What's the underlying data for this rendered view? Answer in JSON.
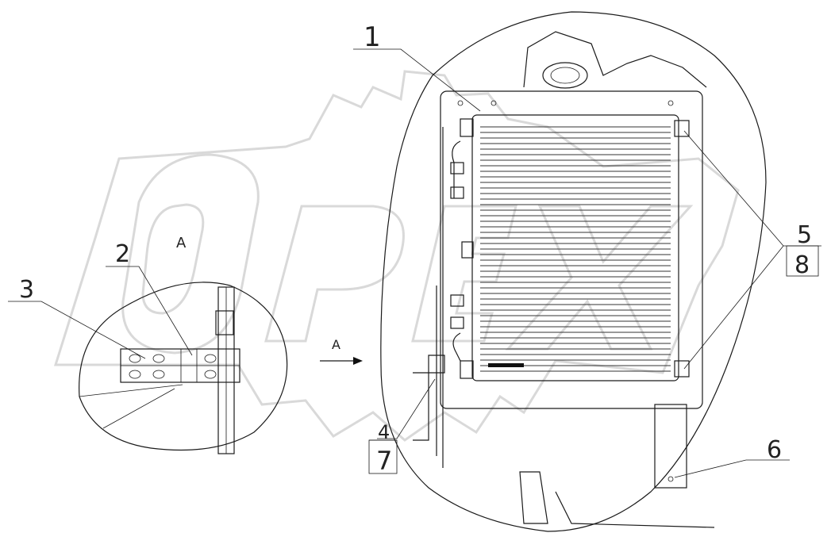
{
  "labels": {
    "callout_1": "1",
    "callout_2": "2",
    "callout_3": "3",
    "callout_4": "4",
    "callout_5": "5",
    "callout_6": "6",
    "callout_7": "7",
    "callout_8": "8",
    "view_label_top": "A",
    "view_arrow_label": "A"
  }
}
